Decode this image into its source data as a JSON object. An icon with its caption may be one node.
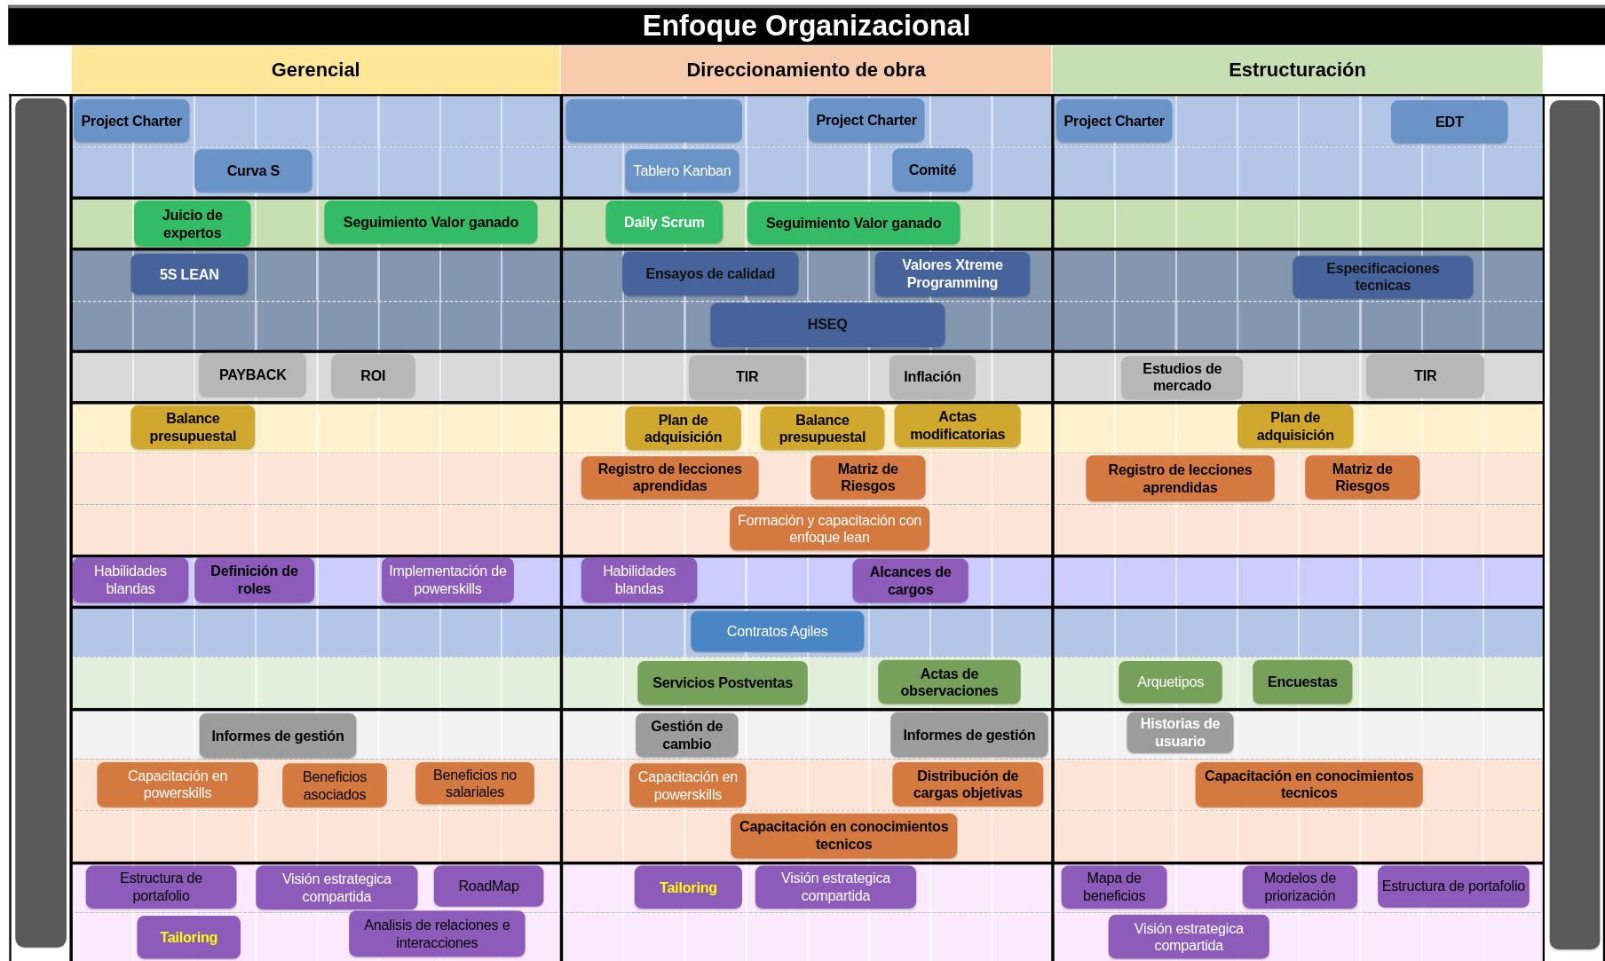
{
  "diagram": {
    "title": "Enfoque Organizacional",
    "nodes": [
      {
        "text": [
          "Gerencial"
        ]
      },
      {
        "text": [
          "Direccionamiento de obra"
        ]
      },
      {
        "text": [
          "Estructuración"
        ]
      },
      {
        "text": [
          "Project Charter"
        ]
      },
      {
        "text": [],
        "shape": "box"
      },
      {
        "text": [
          "Project Charter"
        ]
      },
      {
        "text": [
          "Project Charter"
        ]
      },
      {
        "text": [
          "EDT"
        ]
      },
      {
        "text": [
          "Curva S"
        ]
      },
      {
        "text": [
          "Tablero Kanban"
        ]
      },
      {
        "text": [
          "Comité"
        ]
      },
      {
        "text": [
          "Juicio de expertos"
        ]
      },
      {
        "text": [
          "Seguimiento Valor ganado"
        ]
      },
      {
        "text": [
          "Daily Scrum"
        ]
      },
      {
        "text": [
          "Seguimiento Valor ganado"
        ]
      },
      {
        "text": [
          "5S LEAN"
        ]
      },
      {
        "text": [
          "Ensayos de calidad"
        ]
      },
      {
        "text": [
          "Valores Xtreme Programming"
        ]
      },
      {
        "text": [
          "Especificaciones tecnicas"
        ]
      },
      {
        "text": [
          "HSEQ"
        ]
      },
      {
        "text": [
          "PAYBACK"
        ]
      },
      {
        "text": [
          "ROI"
        ]
      },
      {
        "text": [
          "TIR"
        ]
      },
      {
        "text": [
          "Inflación"
        ]
      },
      {
        "text": [
          "Estudios de mercado"
        ]
      },
      {
        "text": [
          "TIR"
        ]
      },
      {
        "text": [
          "Balance presupuestal"
        ]
      },
      {
        "text": [
          "Plan de adquisición"
        ]
      },
      {
        "text": [
          "Balance presupuestal"
        ]
      },
      {
        "text": [
          "Actas modificatorias"
        ]
      },
      {
        "text": [
          "Plan de adquisición"
        ]
      },
      {
        "text": [
          "Registro de lecciones aprendidas"
        ]
      },
      {
        "text": [
          "Matriz de Riesgos"
        ]
      },
      {
        "text": [
          "Registro de lecciones aprendidas"
        ]
      },
      {
        "text": [
          "Matriz de Riesgos"
        ]
      },
      {
        "text": [
          "Formación y capacitación con enfoque lean"
        ]
      },
      {
        "text": [
          "Habilidades blandas"
        ]
      },
      {
        "text": [
          "Definición de roles"
        ]
      },
      {
        "text": [
          "Implementación de powerskills"
        ]
      },
      {
        "text": [
          "Habilidades blandas"
        ]
      },
      {
        "text": [
          "Alcances de cargos"
        ]
      },
      {
        "text": [
          "Contratos Agiles"
        ]
      },
      {
        "text": [
          "Servicios Postventas"
        ]
      },
      {
        "text": [
          "Actas de observaciones"
        ]
      },
      {
        "text": [
          "Arquetipos"
        ]
      },
      {
        "text": [
          "Encuestas"
        ]
      },
      {
        "text": [
          "Informes de gestión"
        ]
      },
      {
        "text": [
          "Gestión de cambio"
        ]
      },
      {
        "text": [
          "Informes de gestión"
        ]
      },
      {
        "text": [
          "Historias de usuario"
        ]
      },
      {
        "text": [
          "Capacitación en powerskills"
        ]
      },
      {
        "text": [
          "Beneficios asociados"
        ]
      },
      {
        "text": [
          "Beneficios no salariales"
        ]
      },
      {
        "text": [
          "Capacitación en powerskills"
        ]
      },
      {
        "text": [
          "Distribución de cargas objetivas"
        ]
      },
      {
        "text": [
          "Capacitación en conocimientos tecnicos"
        ]
      },
      {
        "text": [
          "Capacitación en conocimientos tecnicos"
        ]
      },
      {
        "text": [
          "Estructura de portafolio"
        ]
      },
      {
        "text": [
          "Visión estrategica compartida"
        ]
      },
      {
        "text": [
          "RoadMap"
        ]
      },
      {
        "text": [
          "Tailoring"
        ]
      },
      {
        "text": [
          "Visión estrategica compartida"
        ]
      },
      {
        "text": [
          "Mapa de beneficios"
        ]
      },
      {
        "text": [
          "Modelos de priorización"
        ]
      },
      {
        "text": [
          "Estructura de portafolio"
        ]
      },
      {
        "text": [
          "Tailoring"
        ]
      },
      {
        "text": [
          "Analisis de relaciones e interacciones"
        ]
      },
      {
        "text": [
          "Visión estrategica compartida"
        ]
      },
      {
        "text": [],
        "shape": "bar"
      },
      {
        "text": [],
        "shape": "bar"
      }
    ]
  }
}
